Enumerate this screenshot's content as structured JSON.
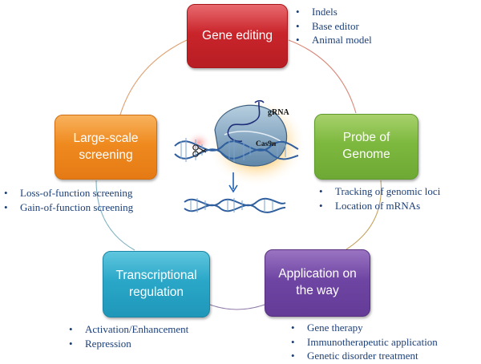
{
  "center": {
    "grna_label": "gRNA",
    "cas9_label": "Cas9n"
  },
  "nodes": [
    {
      "id": "gene-editing",
      "label": "Gene editing",
      "color": "#c9252b",
      "items": [
        "Indels",
        "Base editor",
        "Animal model"
      ]
    },
    {
      "id": "probe",
      "label": "Probe of\nGenome",
      "color": "#7db83e",
      "items": [
        "Tracking of genomic loci",
        "Location of mRNAs"
      ]
    },
    {
      "id": "application",
      "label": "Application on\nthe way",
      "color": "#6f45a3",
      "items": [
        "Gene therapy",
        "Immunotherapeutic application",
        "Genetic disorder treatment"
      ]
    },
    {
      "id": "transcriptional",
      "label": "Transcriptional\nregulation",
      "color": "#2aa7c8",
      "items": [
        "Activation/Enhancement",
        "Repression"
      ]
    },
    {
      "id": "screening",
      "label": "Large-scale\nscreening",
      "color": "#ef8a1f",
      "items": [
        "Loss-of-function screening",
        "Gain-of-function screening"
      ]
    }
  ]
}
